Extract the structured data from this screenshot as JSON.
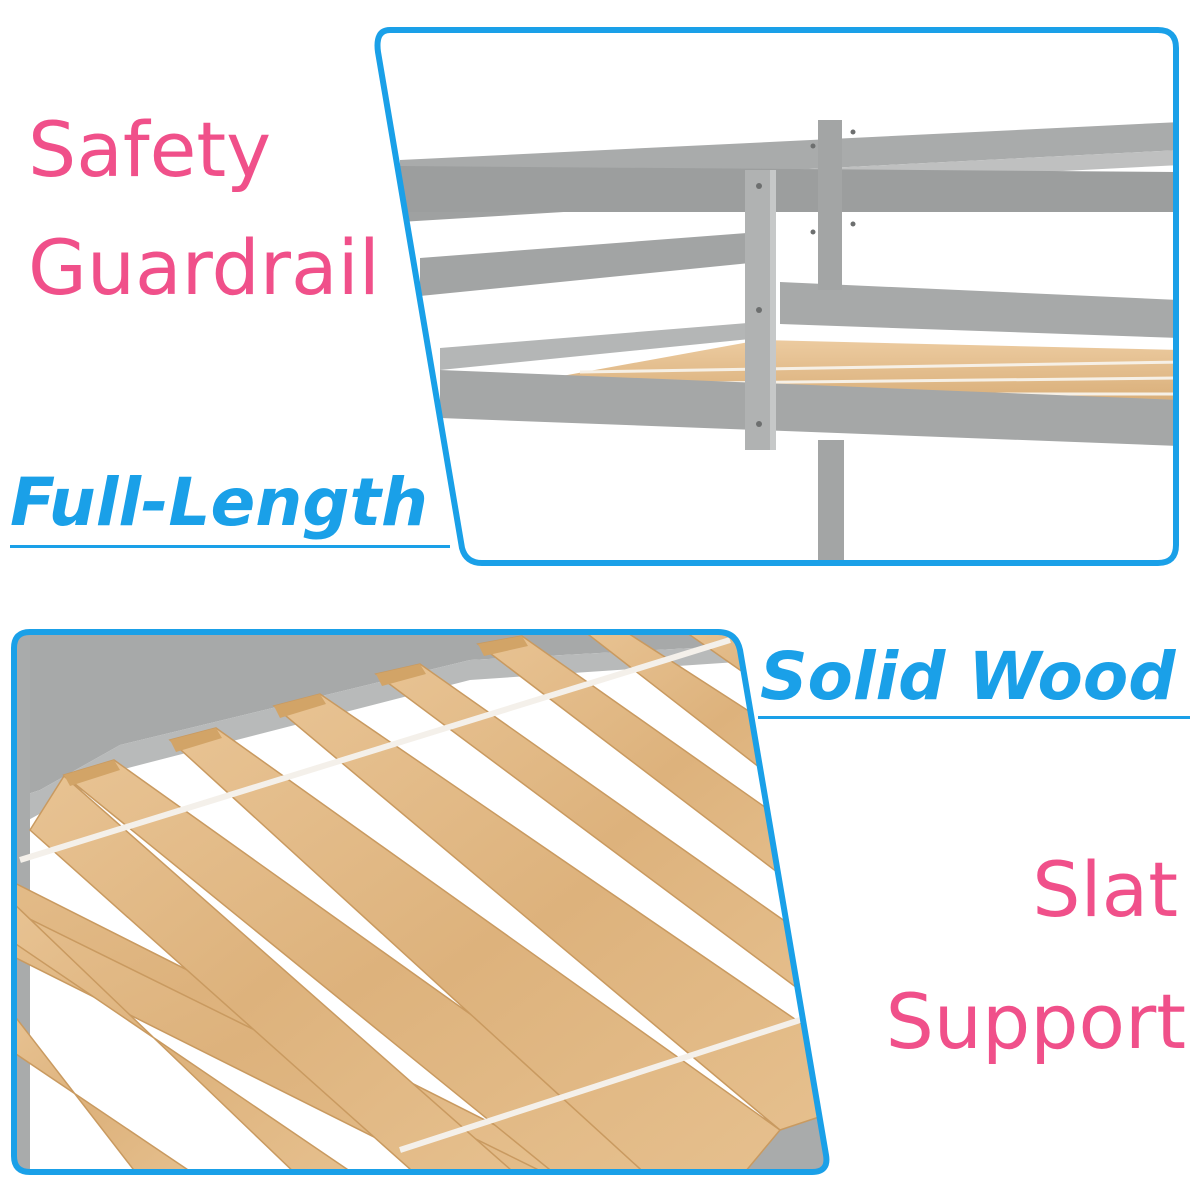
{
  "top_panel": {
    "title_line1": "Safety",
    "title_line2": "Guardrail",
    "tagline": "Full-Length"
  },
  "bottom_panel": {
    "tagline": "Solid Wood",
    "title_line1": "Slat",
    "title_line2": "Support"
  },
  "colors": {
    "accent_pink": "#f0508a",
    "accent_blue": "#1aa0e8",
    "frame_gray": "#a9abab",
    "slat_wood": "#e2bd8b"
  }
}
